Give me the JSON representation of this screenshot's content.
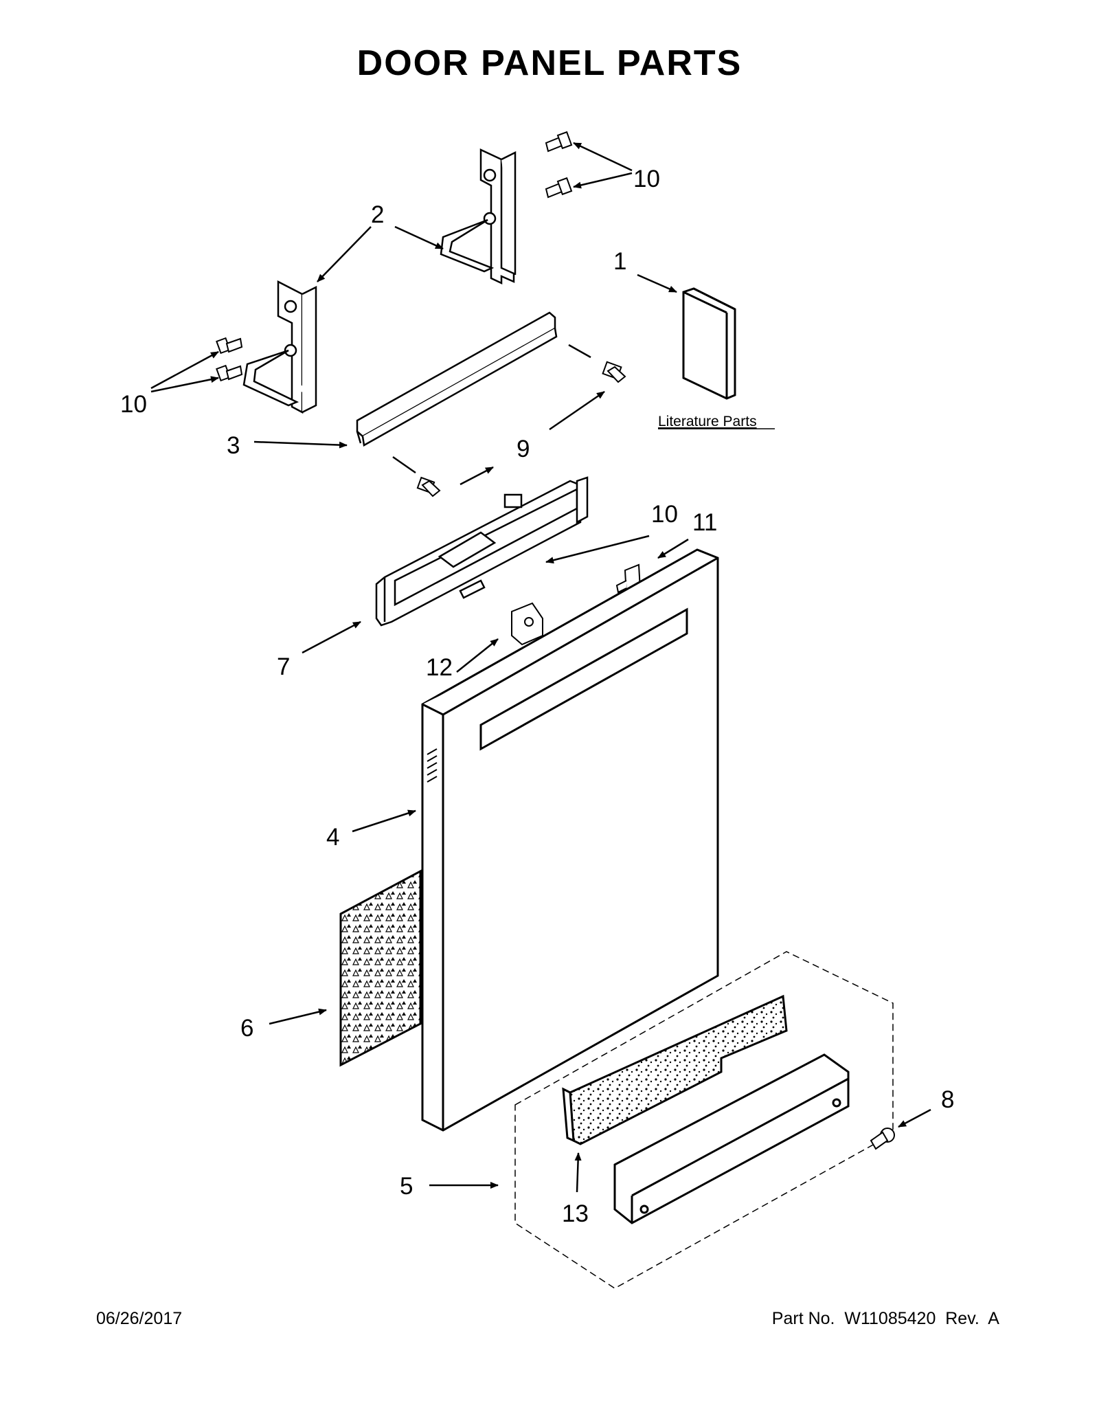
{
  "title": "DOOR PANEL PARTS",
  "literature_label": "Literature Parts",
  "callouts": [
    "1",
    "2",
    "3",
    "4",
    "5",
    "6",
    "7",
    "8",
    "9",
    "10",
    "10",
    "10",
    "11",
    "12",
    "13"
  ],
  "footer": {
    "date": "06/26/2017",
    "part_number": "Part No.  W11085420  Rev.  A"
  }
}
